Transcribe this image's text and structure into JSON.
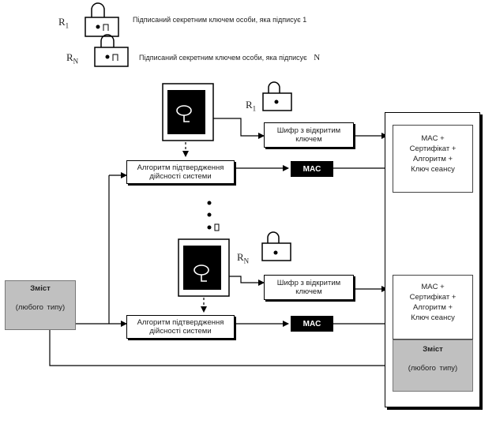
{
  "legend": {
    "rows": [
      {
        "key": "R1",
        "key_base": "R",
        "key_sub": "1",
        "description": "Підписаний секретним ключем особи, яка підписує 1"
      },
      {
        "key": "RN",
        "key_base": "R",
        "key_sub": "N",
        "description": "Підписаний секретним ключем особи, яка підписує",
        "description_suffix": "N"
      }
    ]
  },
  "block_top": {
    "lock_key_base": "R",
    "lock_key_sub": "1",
    "cipher_label": "Шифр з відкритим ключем",
    "algorithm_label": "Алгоритм підтвердження дійсності системи",
    "mac_label": "MAC"
  },
  "block_bottom": {
    "lock_key_base": "R",
    "lock_key_sub": "N",
    "cipher_label": "Шифр з відкритим ключем",
    "algorithm_label": "Алгоритм підтвердження дійсності системи",
    "mac_label": "MAC"
  },
  "content_box": {
    "line1": "Зміст",
    "line2": "(любого типу)"
  },
  "output": {
    "entry1_lines": [
      "MAC +",
      "Сертифікат +",
      "Алгоритм +",
      "Ключ сеансу"
    ],
    "entry2_lines": [
      "MAC +",
      "Сертифікат +",
      "Алгоритм +",
      "Ключ сеансу"
    ],
    "content_line1": "Зміст",
    "content_line2": "(любого типу)"
  },
  "colors": {
    "ink": "#000000",
    "gray_fill": "#c0c0c0",
    "paper": "#ffffff"
  }
}
